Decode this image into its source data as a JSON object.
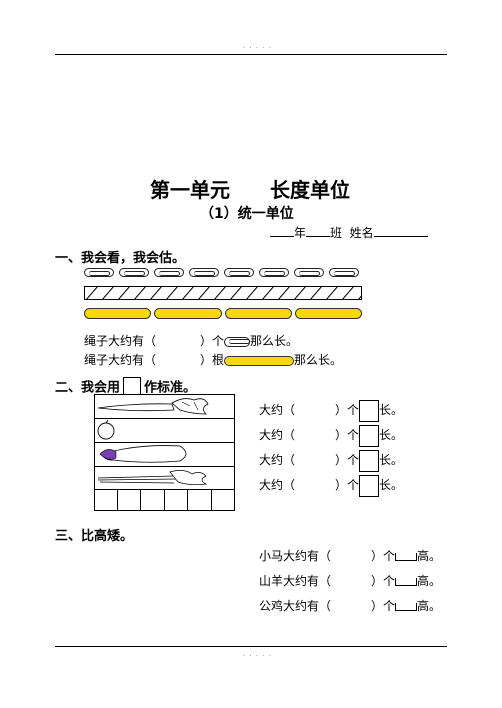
{
  "header_dots": "· · · · ·",
  "footer_dots": "· · · · ·",
  "title": "第一单元　　长度单位",
  "subtitle": "（1）统一单位",
  "info": {
    "year": "年",
    "class": "班",
    "name": "姓名"
  },
  "section1": {
    "heading": "一、我会看，我会估。",
    "line1": {
      "prefix": "绳子大约有（",
      "mid": "）个",
      "suffix": "那么长。"
    },
    "line2": {
      "prefix": "绳子大约有（",
      "mid": "）根",
      "suffix": "那么长。"
    }
  },
  "section2": {
    "heading_pre": "二、我会用",
    "heading_post": "作标准。",
    "rows": [
      {
        "pre": "大约（",
        "mid": "）个",
        "post": "长。"
      },
      {
        "pre": "大约（",
        "mid": "）个",
        "post": "长。"
      },
      {
        "pre": "大约（",
        "mid": "）个",
        "post": "长。"
      },
      {
        "pre": "大约（",
        "mid": "）个",
        "post": "长。"
      }
    ]
  },
  "section3": {
    "heading": "三、比高矮。",
    "rows": [
      {
        "pre": "小马大约有（",
        "mid": "）个",
        "post": "高。"
      },
      {
        "pre": "山羊大约有（",
        "mid": "）个",
        "post": "高。"
      },
      {
        "pre": "公鸡大约有（",
        "mid": "）个",
        "post": "高。"
      }
    ]
  }
}
